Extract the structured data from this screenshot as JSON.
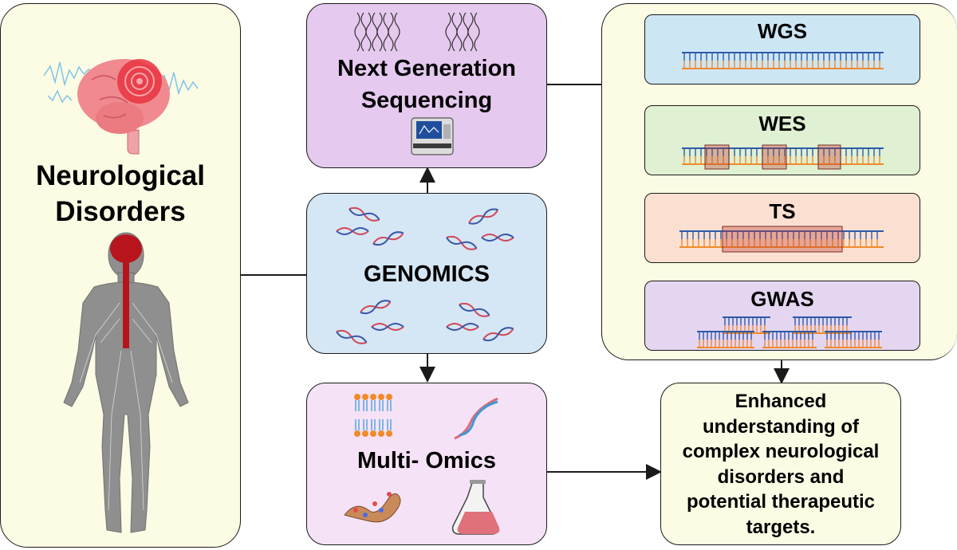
{
  "left_panel": {
    "title_line1": "Neurological",
    "title_line2": "Disorders"
  },
  "ngs": {
    "title_line1": "Next Generation",
    "title_line2": "Sequencing"
  },
  "genomics": {
    "title": "GENOMICS"
  },
  "multi_omics": {
    "title": "Multi- Omics"
  },
  "methods": [
    {
      "label": "WGS",
      "color": "#cde6f4"
    },
    {
      "label": "WES",
      "color": "#dff0d3"
    },
    {
      "label": "TS",
      "color": "#fbe0d2"
    },
    {
      "label": "GWAS",
      "color": "#e4d6f1"
    }
  ],
  "outcome": {
    "lines": [
      "Enhanced",
      "understanding of",
      "complex neurological",
      "disorders and",
      "potential therapeutic",
      "targets."
    ]
  },
  "colors": {
    "panel_yellow": "#fcfce4",
    "ngs_purple": "#e6c9ef",
    "genomics_blue": "#d5e6f4",
    "multiomics_pink": "#f6e2f6",
    "dna_red": "#d2475a",
    "dna_blue": "#3a57a8",
    "brain_pink": "#f08a90",
    "body_gray": "#8f8f8f",
    "spine_red": "#b8141c"
  }
}
